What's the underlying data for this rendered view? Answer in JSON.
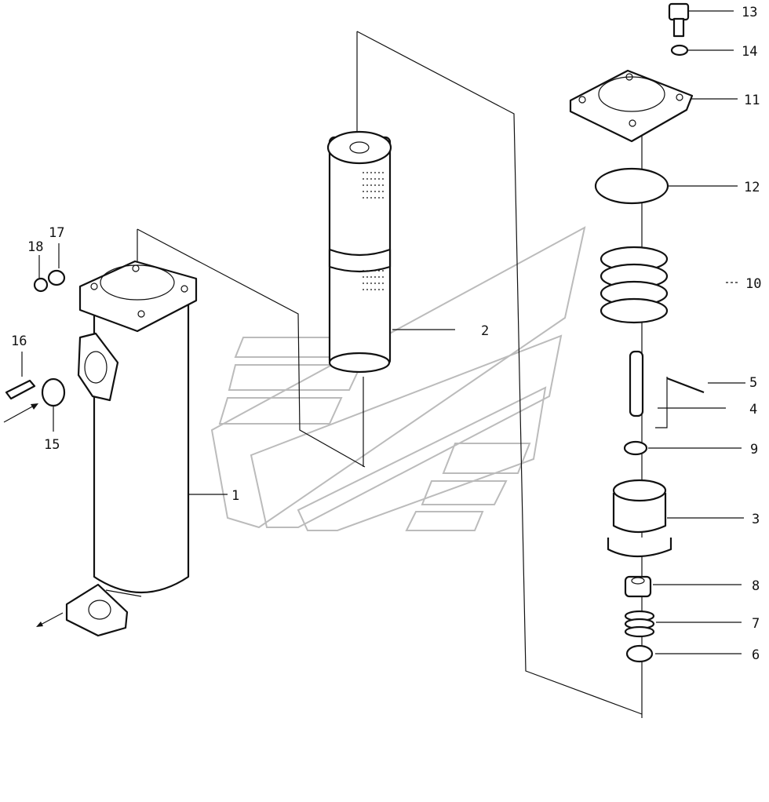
{
  "diagram": {
    "type": "exploded-parts-diagram",
    "callouts": [
      {
        "id": "c1",
        "label": "1"
      },
      {
        "id": "c2",
        "label": "2"
      },
      {
        "id": "c3",
        "label": "3"
      },
      {
        "id": "c4",
        "label": "4"
      },
      {
        "id": "c5",
        "label": "5"
      },
      {
        "id": "c6",
        "label": "6"
      },
      {
        "id": "c7",
        "label": "7"
      },
      {
        "id": "c8",
        "label": "8"
      },
      {
        "id": "c9",
        "label": "9"
      },
      {
        "id": "c10",
        "label": "10"
      },
      {
        "id": "c11",
        "label": "11"
      },
      {
        "id": "c12",
        "label": "12"
      },
      {
        "id": "c13",
        "label": "13"
      },
      {
        "id": "c14",
        "label": "14"
      },
      {
        "id": "c15",
        "label": "15"
      },
      {
        "id": "c16",
        "label": "16"
      },
      {
        "id": "c17",
        "label": "17"
      },
      {
        "id": "c18",
        "label": "18"
      }
    ]
  }
}
